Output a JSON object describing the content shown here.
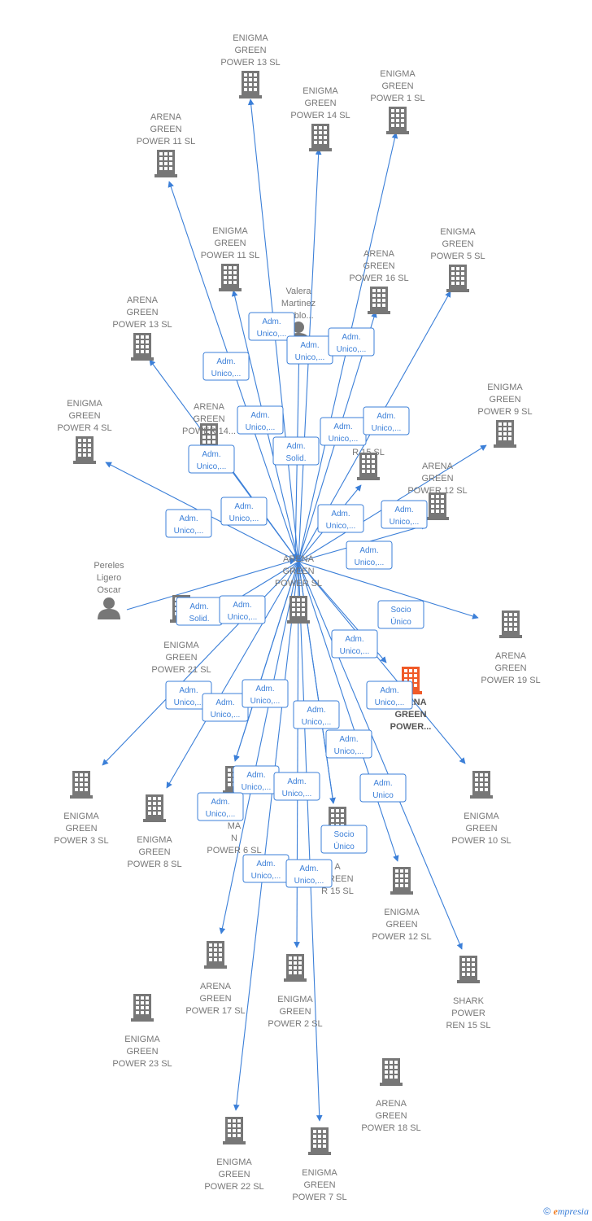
{
  "colors": {
    "edge": "#3b7fd8",
    "building": "#777777",
    "building_focus": "#f05a28",
    "person": "#777777"
  },
  "nodes": [
    {
      "id": "center",
      "kind": "building",
      "lines": [
        "ARENA",
        "GREEN",
        "POWER  SL"
      ]
    },
    {
      "id": "eg13",
      "kind": "building",
      "lines": [
        "ENIGMA",
        "GREEN",
        "POWER 13  SL"
      ]
    },
    {
      "id": "eg14",
      "kind": "building",
      "lines": [
        "ENIGMA",
        "GREEN",
        "POWER 14  SL"
      ]
    },
    {
      "id": "eg1",
      "kind": "building",
      "lines": [
        "ENIGMA",
        "GREEN",
        "POWER 1  SL"
      ]
    },
    {
      "id": "ag11",
      "kind": "building",
      "lines": [
        "ARENA",
        "GREEN",
        "POWER 11  SL"
      ]
    },
    {
      "id": "eg11",
      "kind": "building",
      "lines": [
        "ENIGMA",
        "GREEN",
        "POWER 11  SL"
      ]
    },
    {
      "id": "ag16",
      "kind": "building",
      "lines": [
        "ARENA",
        "GREEN",
        "POWER 16  SL"
      ]
    },
    {
      "id": "eg5",
      "kind": "building",
      "lines": [
        "ENIGMA",
        "GREEN",
        "POWER 5  SL"
      ]
    },
    {
      "id": "valera",
      "kind": "person",
      "lines": [
        "Valera",
        "Martinez",
        "Pablo..."
      ]
    },
    {
      "id": "ag13",
      "kind": "building",
      "lines": [
        "ARENA",
        "GREEN",
        "POWER 13  SL"
      ]
    },
    {
      "id": "eg9",
      "kind": "building",
      "lines": [
        "ENIGMA",
        "GREEN",
        "POWER 9  SL"
      ]
    },
    {
      "id": "eg4",
      "kind": "building",
      "lines": [
        "ENIGMA",
        "GREEN",
        "POWER 4  SL"
      ]
    },
    {
      "id": "ag14",
      "kind": "building",
      "lines": [
        "ARENA",
        "GREEN",
        "POWER 14..."
      ]
    },
    {
      "id": "en15",
      "kind": "building",
      "lines": [
        "ENI",
        "",
        "R 15  SL"
      ]
    },
    {
      "id": "ag12",
      "kind": "building",
      "lines": [
        "ARENA",
        "GREEN",
        "POWER 12  SL"
      ]
    },
    {
      "id": "pereles",
      "kind": "person",
      "lines": [
        "Pereles",
        "Ligero",
        "Oscar"
      ]
    },
    {
      "id": "eg21",
      "kind": "building",
      "lines": [
        "ENIGMA",
        "GREEN",
        "POWER 21  SL"
      ]
    },
    {
      "id": "ag19",
      "kind": "building",
      "lines": [
        "ARENA",
        "GREEN",
        "POWER 19  SL"
      ]
    },
    {
      "id": "agfocus",
      "kind": "building_focus",
      "lines": [
        "ARENA",
        "GREEN",
        "POWER..."
      ]
    },
    {
      "id": "eg3",
      "kind": "building",
      "lines": [
        "ENIGMA",
        "GREEN",
        "POWER 3  SL"
      ]
    },
    {
      "id": "eg8",
      "kind": "building",
      "lines": [
        "ENIGMA",
        "GREEN",
        "POWER 8  SL"
      ]
    },
    {
      "id": "eg6",
      "kind": "building",
      "lines": [
        "MA",
        "N",
        "POWER 6  SL"
      ]
    },
    {
      "id": "ag15",
      "kind": "building",
      "lines": [
        "A",
        "GREEN",
        "R 15  SL"
      ]
    },
    {
      "id": "eg10",
      "kind": "building",
      "lines": [
        "ENIGMA",
        "GREEN",
        "POWER 10  SL"
      ]
    },
    {
      "id": "eg12",
      "kind": "building",
      "lines": [
        "ENIGMA",
        "GREEN",
        "POWER 12  SL"
      ]
    },
    {
      "id": "ag17",
      "kind": "building",
      "lines": [
        "ARENA",
        "GREEN",
        "POWER 17  SL"
      ]
    },
    {
      "id": "eg2",
      "kind": "building",
      "lines": [
        "ENIGMA",
        "GREEN",
        "POWER 2  SL"
      ]
    },
    {
      "id": "shark",
      "kind": "building",
      "lines": [
        "SHARK",
        "POWER",
        "REN 15  SL"
      ]
    },
    {
      "id": "eg23",
      "kind": "building",
      "lines": [
        "ENIGMA",
        "GREEN",
        "POWER 23  SL"
      ]
    },
    {
      "id": "ag18",
      "kind": "building",
      "lines": [
        "ARENA",
        "GREEN",
        "POWER 18  SL"
      ]
    },
    {
      "id": "eg22",
      "kind": "building",
      "lines": [
        "ENIGMA",
        "GREEN",
        "POWER 22  SL"
      ]
    },
    {
      "id": "eg7",
      "kind": "building",
      "lines": [
        "ENIGMA",
        "GREEN",
        "POWER 7  SL"
      ]
    }
  ],
  "edge_labels": [
    {
      "id": "l_eg13",
      "lines": [
        "Adm.",
        "Unico,..."
      ]
    },
    {
      "id": "l_eg14",
      "lines": [
        "Adm.",
        "Unico,..."
      ]
    },
    {
      "id": "l_eg1",
      "lines": [
        "Adm.",
        "Unico,..."
      ]
    },
    {
      "id": "l_ag11",
      "lines": [
        "Adm.",
        "Unico,..."
      ]
    },
    {
      "id": "l_eg11",
      "lines": [
        "Adm.",
        "Unico,..."
      ]
    },
    {
      "id": "l_valera",
      "lines": [
        "Adm.",
        "Solid."
      ]
    },
    {
      "id": "l_ag16",
      "lines": [
        "Adm.",
        "Unico,..."
      ]
    },
    {
      "id": "l_eg5",
      "lines": [
        "Adm.",
        "Unico,..."
      ]
    },
    {
      "id": "l_ag13",
      "lines": [
        "Adm.",
        "Unico,..."
      ]
    },
    {
      "id": "l_ag14",
      "lines": [
        "Adm.",
        "Unico,..."
      ]
    },
    {
      "id": "l_eg4",
      "lines": [
        "Adm.",
        "Unico,..."
      ]
    },
    {
      "id": "l_en15",
      "lines": [
        "Adm.",
        "Unico,..."
      ]
    },
    {
      "id": "l_eg9",
      "lines": [
        "Adm.",
        "Unico,..."
      ]
    },
    {
      "id": "l_ag12",
      "lines": [
        "Adm.",
        "Unico,..."
      ]
    },
    {
      "id": "l_pereles",
      "lines": [
        "Adm.",
        "Solid."
      ]
    },
    {
      "id": "l_eg21",
      "lines": [
        "Adm.",
        "Unico,..."
      ]
    },
    {
      "id": "l_ag19",
      "lines": [
        "Socio",
        "Único"
      ]
    },
    {
      "id": "l_agfocus",
      "lines": [
        "Adm.",
        "Unico,..."
      ]
    },
    {
      "id": "l_eg10",
      "lines": [
        "Adm.",
        "Unico,..."
      ]
    },
    {
      "id": "l_eg3",
      "lines": [
        "Adm.",
        "Unico,..."
      ]
    },
    {
      "id": "l_eg8",
      "lines": [
        "Adm.",
        "Unico,..."
      ]
    },
    {
      "id": "l_eg6a",
      "lines": [
        "Adm.",
        "Unico,..."
      ]
    },
    {
      "id": "l_ag15a",
      "lines": [
        "Adm.",
        "Unico,..."
      ]
    },
    {
      "id": "l_eg12",
      "lines": [
        "Adm.",
        "Unico,..."
      ]
    },
    {
      "id": "l_eg6b",
      "lines": [
        "Adm.",
        "Unico,..."
      ]
    },
    {
      "id": "l_ag17",
      "lines": [
        "Adm.",
        "Unico,..."
      ]
    },
    {
      "id": "l_eg2",
      "lines": [
        "Adm.",
        "Unico,..."
      ]
    },
    {
      "id": "l_shark",
      "lines": [
        "Adm.",
        "Unico"
      ]
    },
    {
      "id": "l_ag15b",
      "lines": [
        "Socio",
        "Único"
      ]
    },
    {
      "id": "l_eg22",
      "lines": [
        "Adm.",
        "Unico,..."
      ]
    },
    {
      "id": "l_eg7",
      "lines": [
        "Adm.",
        "Unico,..."
      ]
    }
  ],
  "footer": {
    "copyright": "©",
    "brand_initial": "e",
    "brand_rest": "mpresia"
  }
}
